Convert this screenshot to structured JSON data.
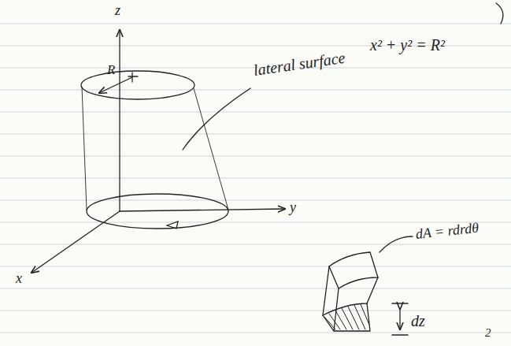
{
  "diagram": {
    "labels": [
      "z",
      "R",
      "lateral surface",
      "x² + y² = R²",
      "y",
      "x",
      "dA = rdrdθ",
      "dz",
      "2"
    ]
  }
}
